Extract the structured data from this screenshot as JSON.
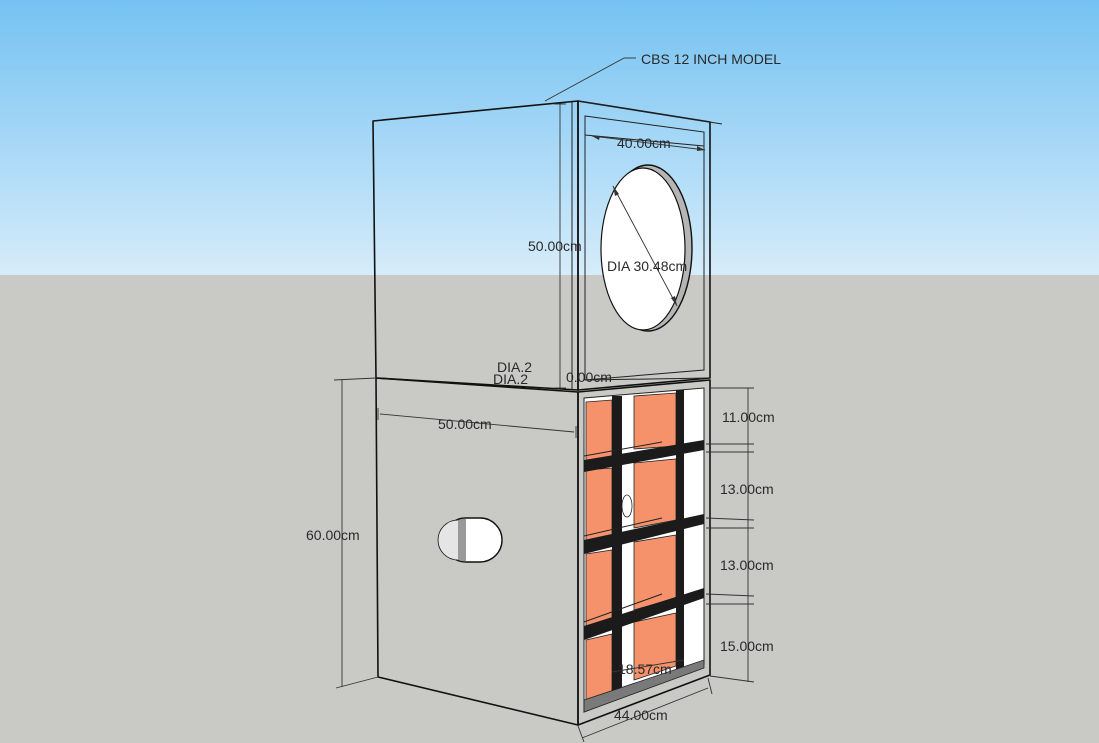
{
  "model_label": "CBS 12 INCH MODEL",
  "dimensions": {
    "top_width": "40.00cm",
    "top_height": "50.00cm",
    "driver_diameter": "DIA 30.48cm",
    "dia_a": "DIA.2",
    "dia_b": "DIA.2",
    "small_gap": "0.00cm",
    "side_depth": "50.00cm",
    "bottom_height": "60.00cm",
    "slot_1": "11.00cm",
    "slot_2": "13.00cm",
    "slot_3": "13.00cm",
    "slot_4": "15.00cm",
    "inner_label": "18.57cm",
    "bottom_width": "44.00cm"
  },
  "colors": {
    "sky_top": "#74c2f2",
    "sky_bottom": "#d6ecfa",
    "ground": "#c9cac5",
    "panel": "#ffffff",
    "baffle": "#e6e6e6",
    "chamber": "#f5926c",
    "divider": "#1b1b1b"
  }
}
